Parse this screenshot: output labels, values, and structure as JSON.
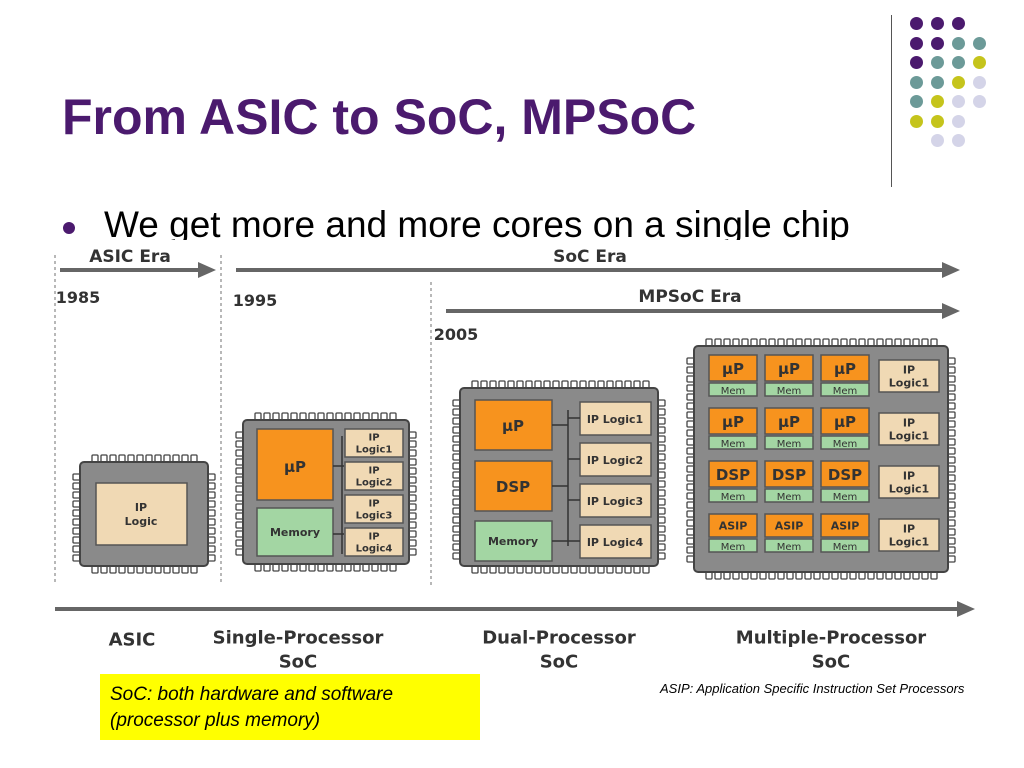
{
  "slide": {
    "title": "From ASIC to SoC, MPSoC",
    "bullet": "We get more and more cores on a single chip",
    "note": "SoC: both hardware and software (processor plus memory)",
    "footnote": "ASIP: Application Specific Instruction Set Processors"
  },
  "colors": {
    "title": "#4b1a6e",
    "purple": "#4b1a6e",
    "teal": "#6c9a98",
    "olive": "#c5c41c",
    "lavender": "#d4d4e8",
    "orange": "#f7931e",
    "tan": "#f0d9b4",
    "green": "#a3d6a3",
    "chip": "#8a8a8a",
    "note_bg": "#ffff00"
  },
  "diagram": {
    "eras": {
      "asic": "ASIC Era",
      "soc": "SoC Era",
      "mpsoc": "MPSoC Era"
    },
    "years": {
      "y1985": "1985",
      "y1995": "1995",
      "y2005": "2005"
    },
    "chips": {
      "asic": {
        "block": [
          "IP",
          "Logic"
        ]
      },
      "single": {
        "processor": "µP",
        "memory": "Memory",
        "logic": [
          [
            "IP",
            "Logic1"
          ],
          [
            "IP",
            "Logic2"
          ],
          [
            "IP",
            "Logic3"
          ],
          [
            "IP",
            "Logic4"
          ]
        ]
      },
      "dual": {
        "processor": "µP",
        "dsp": "DSP",
        "memory": "Memory",
        "logic": [
          "IP Logic1",
          "IP Logic2",
          "IP Logic3",
          "IP Logic4"
        ]
      },
      "multi": {
        "rows": [
          {
            "core": "µP",
            "mem": "Mem",
            "logic": [
              "IP",
              "Logic1"
            ]
          },
          {
            "core": "µP",
            "mem": "Mem",
            "logic": [
              "IP",
              "Logic1"
            ]
          },
          {
            "core": "DSP",
            "mem": "Mem",
            "logic": [
              "IP",
              "Logic1"
            ]
          },
          {
            "core": "ASIP",
            "mem": "Mem",
            "logic": [
              "IP",
              "Logic1"
            ]
          }
        ]
      }
    },
    "categories": {
      "asic": [
        "ASIC"
      ],
      "single": [
        "Single-Processor",
        "SoC"
      ],
      "dual": [
        "Dual-Processor",
        "SoC"
      ],
      "multi": [
        "Multiple-Processor",
        "SoC"
      ]
    }
  }
}
